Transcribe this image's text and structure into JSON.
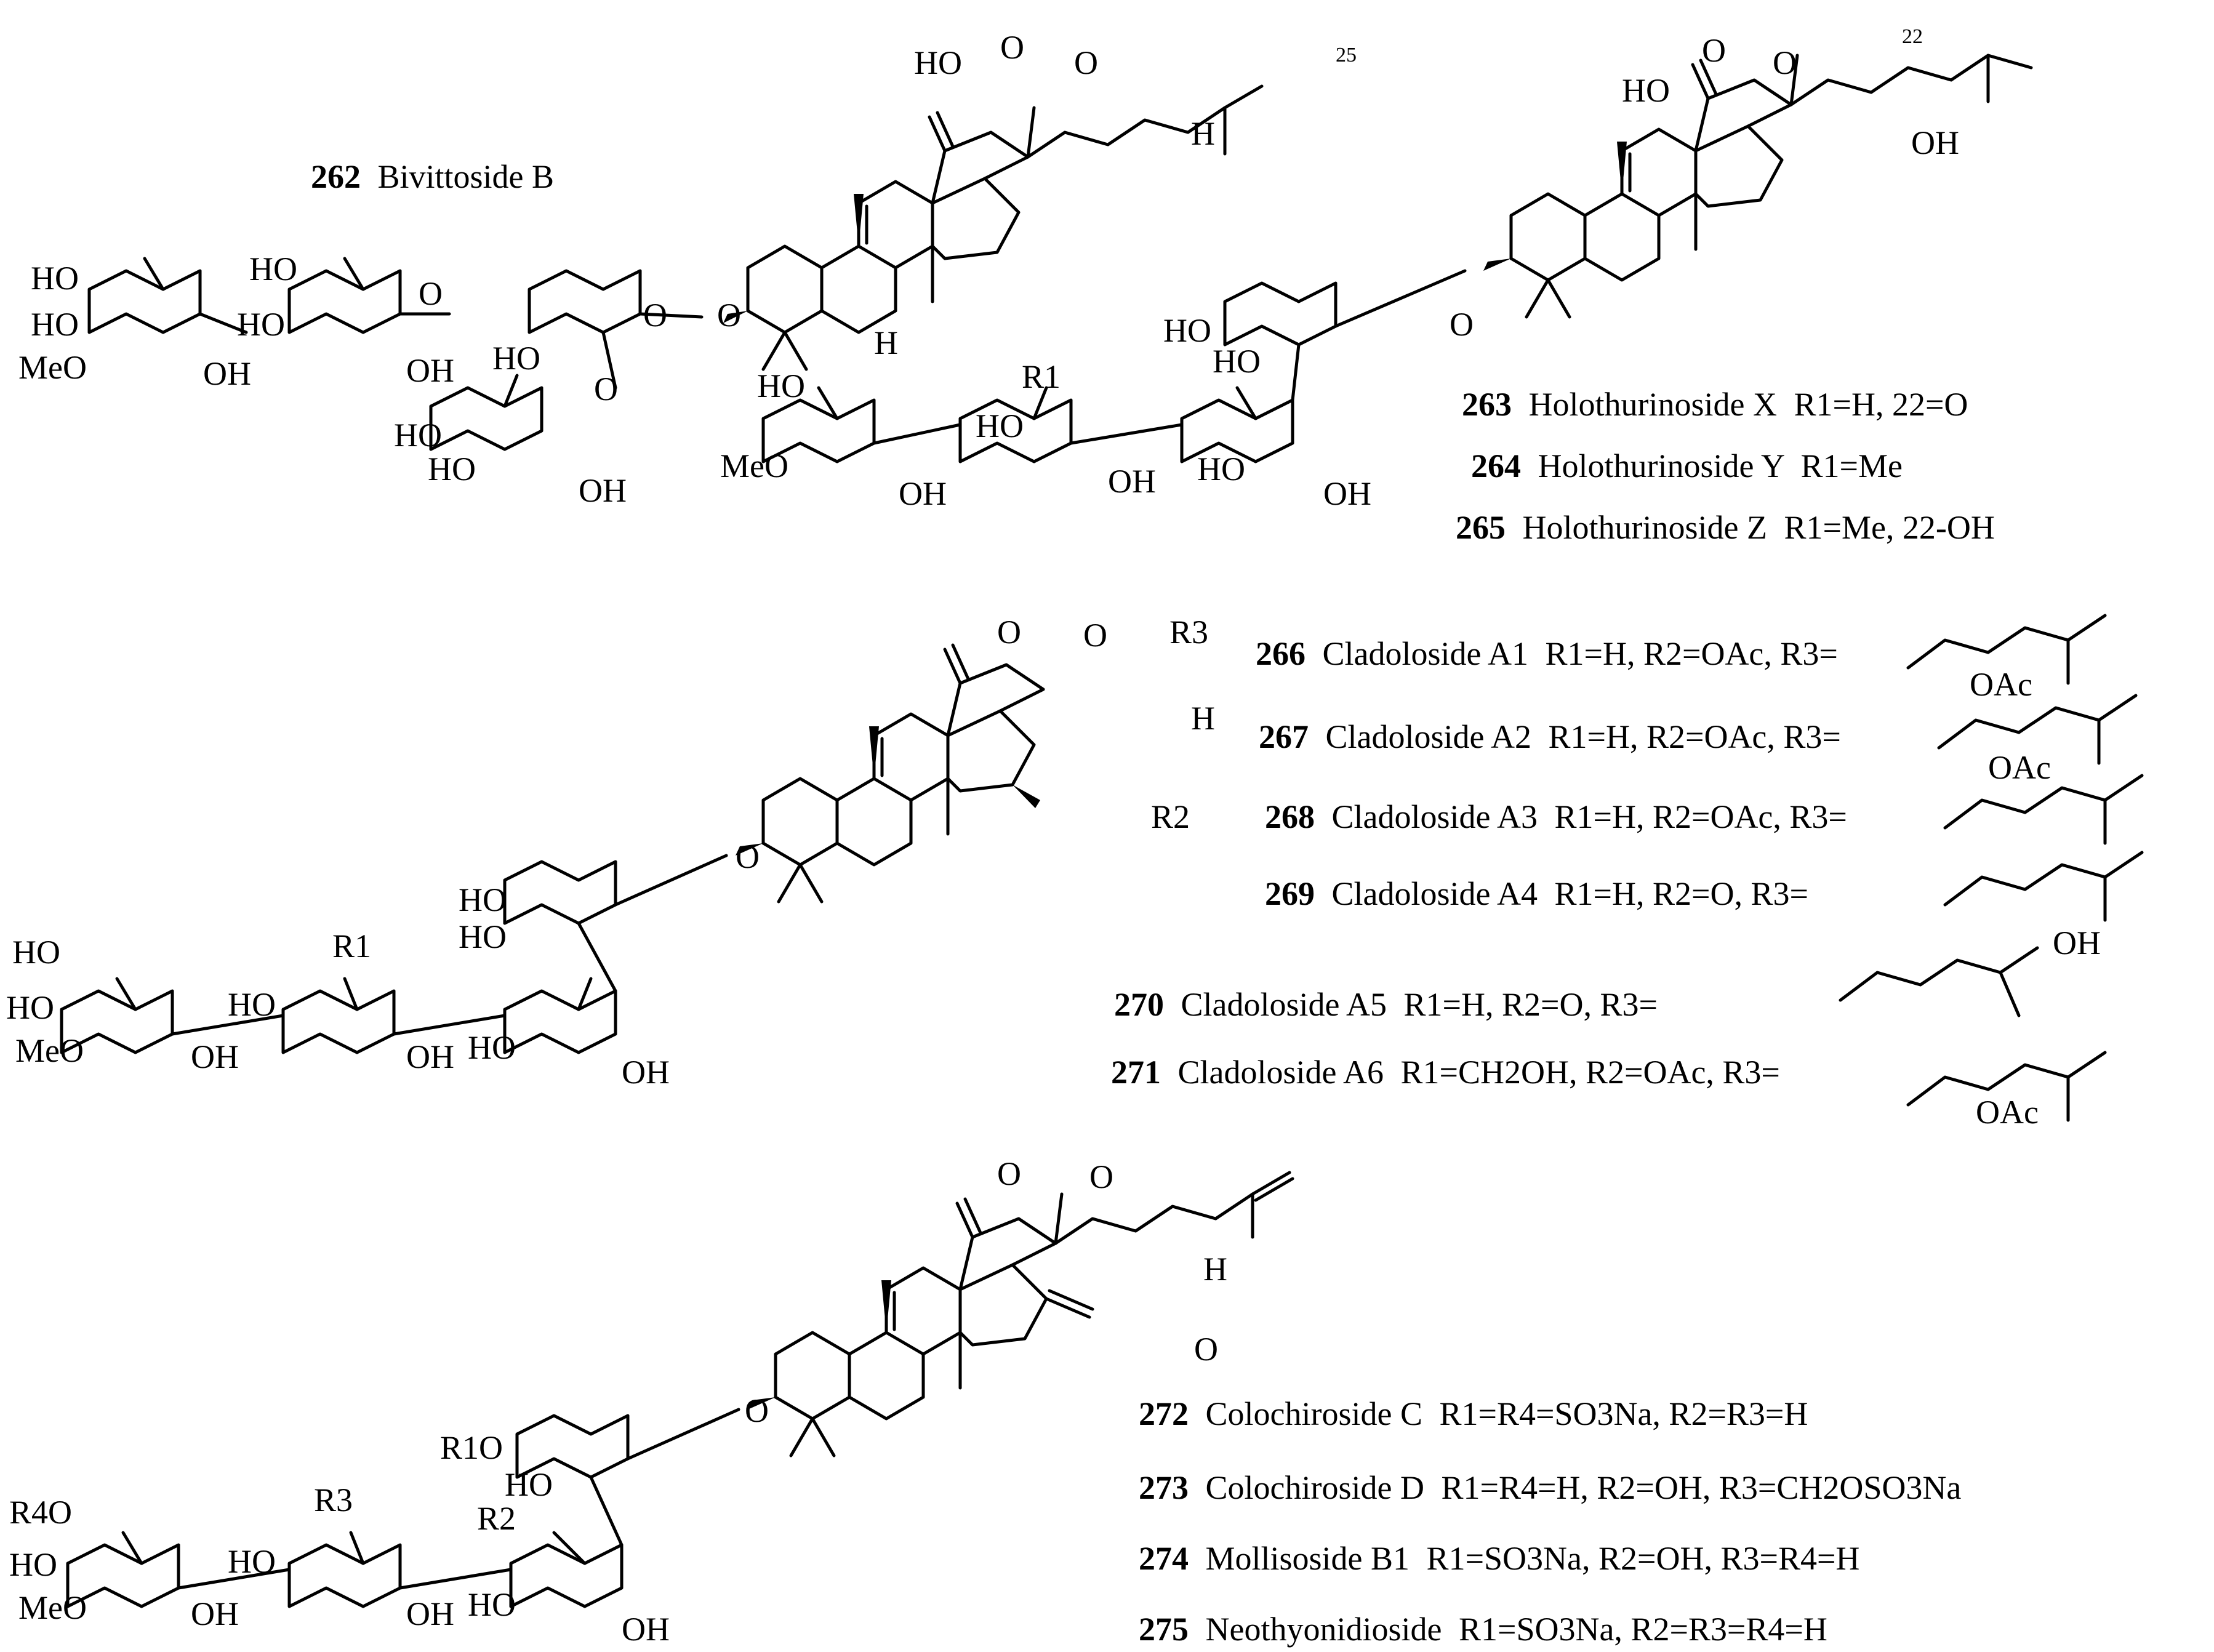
{
  "compounds": [
    {
      "num": "262",
      "name": "Bivittoside B",
      "desc": ""
    },
    {
      "num": "263",
      "name": "Holothurinoside X",
      "desc": "R1=H, 22=O"
    },
    {
      "num": "264",
      "name": "Holothurinoside Y",
      "desc": "R1=Me"
    },
    {
      "num": "265",
      "name": "Holothurinoside Z",
      "desc": "R1=Me, 22-OH"
    },
    {
      "num": "266",
      "name": "Cladoloside A1",
      "desc": "R1=H, R2=OAc, R3="
    },
    {
      "num": "267",
      "name": "Cladoloside A2",
      "desc": "R1=H, R2=OAc, R3="
    },
    {
      "num": "268",
      "name": "Cladoloside A3",
      "desc": "R1=H, R2=OAc, R3="
    },
    {
      "num": "269",
      "name": "Cladoloside A4",
      "desc": "R1=H, R2=O, R3="
    },
    {
      "num": "270",
      "name": "Cladoloside A5",
      "desc": "R1=H, R2=O, R3="
    },
    {
      "num": "271",
      "name": "Cladoloside A6",
      "desc": "R1=CH2OH, R2=OAc, R3="
    },
    {
      "num": "272",
      "name": "Colochiroside C",
      "desc": "R1=R4=SO3Na, R2=R3=H"
    },
    {
      "num": "273",
      "name": "Colochiroside D",
      "desc": "R1=R4=H, R2=OH, R3=CH2OSO3Na"
    },
    {
      "num": "274",
      "name": "Mollisoside B1",
      "desc": "R1=SO3Na, R2=OH, R3=R4=H"
    },
    {
      "num": "275",
      "name": "Neothyonidioside",
      "desc": "R1=SO3Na, R2=R3=R4=H"
    }
  ],
  "atom_labels": {
    "ho": "HO",
    "oh": "OH",
    "meo": "MeO",
    "o": "O",
    "h": "H",
    "oac": "OAc",
    "r1": "R1",
    "r2": "R2",
    "r3": "R3",
    "r1o": "R1O",
    "r4o": "R4O",
    "c25": "25",
    "c22": "22"
  }
}
